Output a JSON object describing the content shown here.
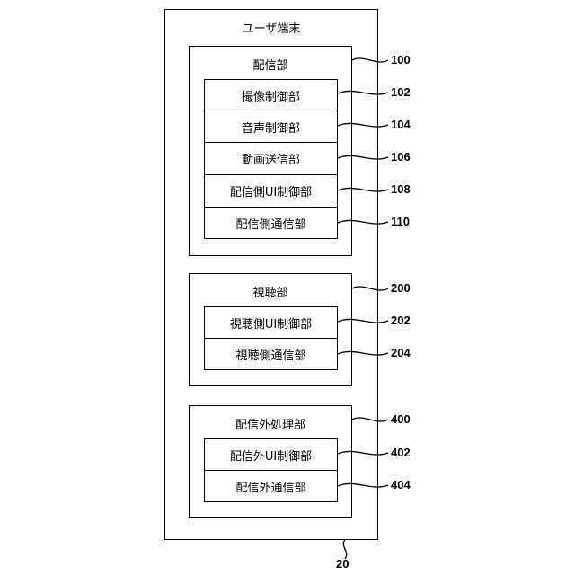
{
  "terminal": {
    "title": "ユーザ端末",
    "ref": "20"
  },
  "groups": [
    {
      "id": "distribution",
      "title": "配信部",
      "ref": "100",
      "items": [
        {
          "label": "撮像制御部",
          "ref": "102"
        },
        {
          "label": "音声制御部",
          "ref": "104"
        },
        {
          "label": "動画送信部",
          "ref": "106"
        },
        {
          "label": "配信側UI制御部",
          "ref": "108"
        },
        {
          "label": "配信側通信部",
          "ref": "110"
        }
      ]
    },
    {
      "id": "viewing",
      "title": "視聴部",
      "ref": "200",
      "items": [
        {
          "label": "視聴側UI制御部",
          "ref": "202"
        },
        {
          "label": "視聴側通信部",
          "ref": "204"
        }
      ]
    },
    {
      "id": "non-distribution",
      "title": "配信外処理部",
      "ref": "400",
      "items": [
        {
          "label": "配信外UI制御部",
          "ref": "402"
        },
        {
          "label": "配信外通信部",
          "ref": "404"
        }
      ]
    }
  ]
}
